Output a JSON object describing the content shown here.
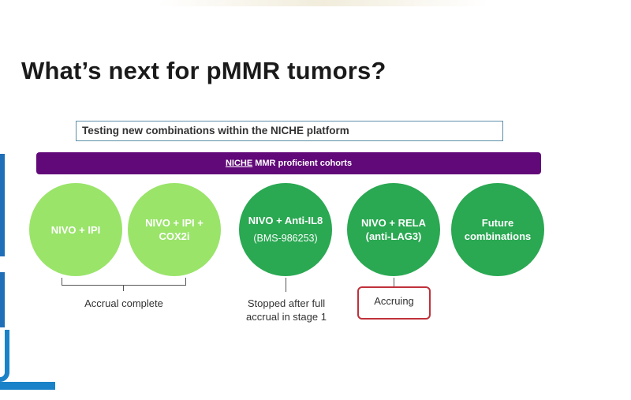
{
  "slide": {
    "title": "What’s next for pMMR tumors?",
    "subtitle": "Testing new combinations within the NICHE platform",
    "banner": {
      "underlined": "NICHE",
      "rest": " MMR proficient cohorts",
      "color": "#62097a"
    },
    "cohorts": [
      {
        "line1": "NIVO + IPI",
        "line2": "",
        "sub": "",
        "color": "#9ae46a"
      },
      {
        "line1": "NIVO + IPI +",
        "line2": "COX2i",
        "sub": "",
        "color": "#9ae46a"
      },
      {
        "line1": "NIVO + Anti-IL8",
        "line2": "",
        "sub": "(BMS-986253)",
        "color": "#2aa852"
      },
      {
        "line1": "NIVO + RELA",
        "line2": "(anti-LAG3)",
        "sub": "",
        "color": "#2aa852"
      },
      {
        "line1": "Future",
        "line2": "combinations",
        "sub": "",
        "color": "#2aa852"
      }
    ],
    "captions": {
      "accrual_complete": "Accrual complete",
      "stopped_line1": "Stopped after full",
      "stopped_line2": "accrual in stage 1",
      "accruing": "Accruing"
    },
    "accent_colors": {
      "accruing_border": "#c0313a",
      "subtitle_border": "#5e8ea8",
      "left_decoration": "#1a82c8"
    }
  }
}
